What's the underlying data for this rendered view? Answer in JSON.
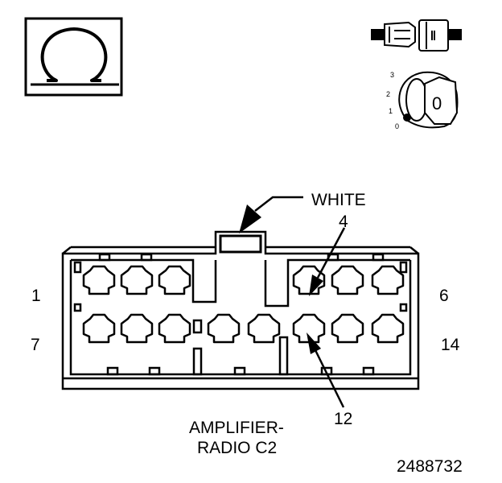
{
  "symbol": {
    "glyph": "Ω",
    "name": "ohm"
  },
  "key_switch": {
    "positions": [
      "3",
      "2",
      "1",
      "0"
    ],
    "key_label": "0"
  },
  "connector": {
    "color_callout": "WHITE",
    "cavity_callouts": [
      "4",
      "12"
    ],
    "row1": {
      "left": "1",
      "right": "6"
    },
    "row2": {
      "left": "7",
      "right": "14"
    },
    "name_line1": "AMPLIFIER-",
    "name_line2": "RADIO C2",
    "color": "#000000"
  },
  "figure_number": "2488732"
}
